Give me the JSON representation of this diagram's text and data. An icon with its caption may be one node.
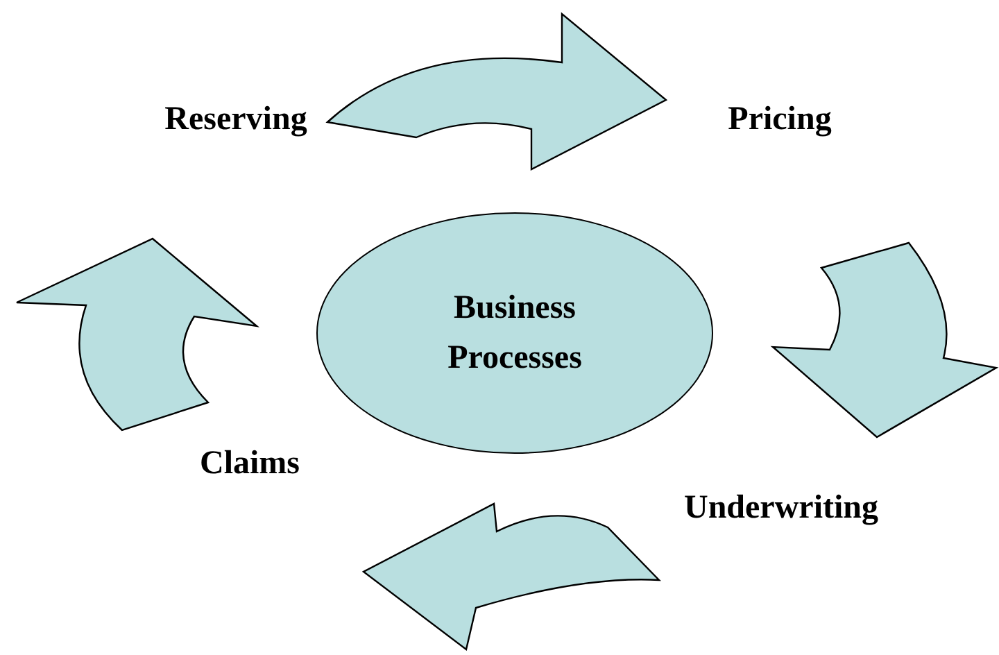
{
  "diagram": {
    "nodes": [
      {
        "text": [
          "Business Processes"
        ]
      },
      {
        "text": [
          "Reserving"
        ]
      },
      {
        "text": [
          "Pricing"
        ]
      },
      {
        "text": [
          "Underwriting"
        ]
      },
      {
        "text": [
          "Claims"
        ]
      }
    ],
    "edges": [
      {
        "from": 1,
        "to": 2,
        "arrow": "to"
      },
      {
        "from": 2,
        "to": 3,
        "arrow": "to"
      },
      {
        "from": 3,
        "to": 4,
        "arrow": "to"
      },
      {
        "from": 4,
        "to": 1,
        "arrow": "to"
      }
    ]
  }
}
